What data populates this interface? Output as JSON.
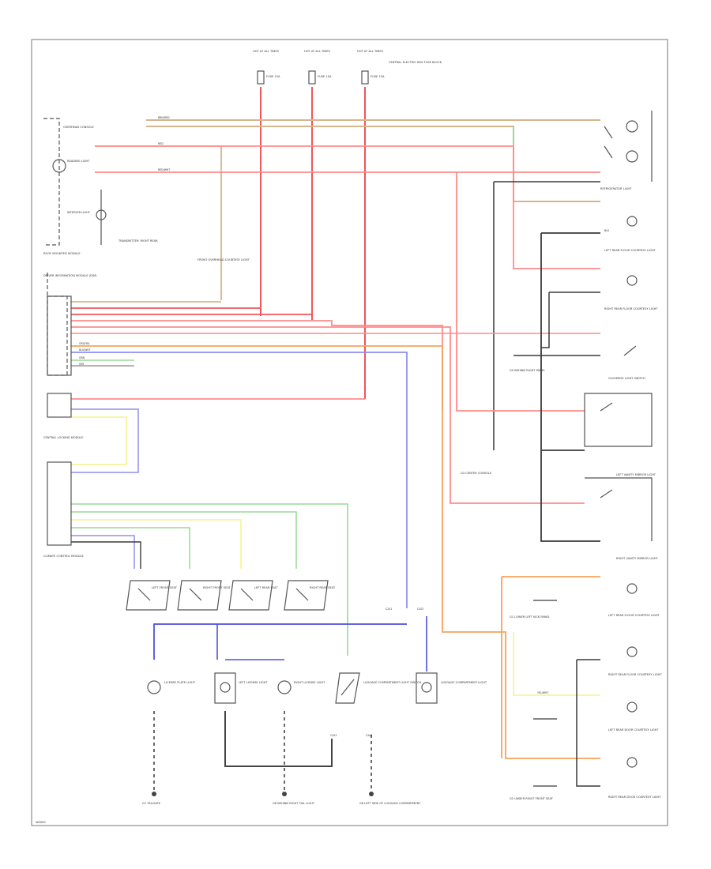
{
  "diagram_code": "W0000",
  "wire_colors": {
    "RED": "#ff8c8c",
    "RED_DARK": "#f2545b",
    "BROWN": "#d7b48a",
    "ORANGE": "#f6a35b",
    "GREEN": "#98d998",
    "YELLOW": "#f3f38a",
    "BLUE": "#8f8ff0",
    "BLUE_DARK": "#4f4fe0",
    "BLACK": "#3a3a3a",
    "GRAY": "#9a9a9a"
  },
  "fuse_labels": [
    "HOT AT ALL TIMES",
    "HOT AT ALL TIMES",
    "HOT AT ALL TIMES"
  ],
  "fuse_values": [
    "FUSE 15A",
    "FUSE 15A",
    "FUSE 15A"
  ],
  "fuse_note": "CENTRAL ELECTRIC BOX FUSE BLOCK",
  "components_right": [
    "REFRIGERATOR LIGHT",
    "LEFT REAR FLOOR COURTESY LIGHT",
    "RIGHT REAR FLOOR COURTESY LIGHT",
    "GLOVEBOX LIGHT SWITCH",
    "LEFT VANITY MIRROR LIGHT",
    "RIGHT VANITY MIRROR LIGHT",
    "LEFT REAR FLOOR COURTESY LIGHT",
    "RIGHT REAR FLOOR COURTESY LIGHT",
    "LEFT REAR DOOR COURTESY LIGHT",
    "RIGHT REAR DOOR COURTESY LIGHT"
  ],
  "grounds_right": [
    "G5 BEHIND RIGHT PANEL",
    "G3 CENTER CONSOLE",
    "G1 LOWER LEFT KICK PANEL",
    "G2 UNDER RIGHT FRONT SEAT"
  ],
  "components_left": [
    "OVERHEAD CONSOLE",
    "READING LIGHT",
    "INTERIOR LIGHT",
    "ROOF MOUNTED MODULE",
    "FRONT OVERHEAD COURTESY LIGHT",
    "TRANSMITTER: RIGHT REAR",
    "DRIVER INFORMATION MODULE (DIM)",
    "CENTRAL LOCKING MODULE",
    "CLIMATE CONTROL MODULE"
  ],
  "seat_switches": [
    "LEFT FRONT SEAT",
    "RIGHT FRONT SEAT",
    "LEFT REAR SEAT",
    "RIGHT REAR SEAT"
  ],
  "bottom_components": [
    "LICENSE PLATE LIGHT",
    "LEFT LICENSE LIGHT",
    "RIGHT LICENSE LIGHT",
    "LUGGAGE COMPARTMENT LIGHT SWITCH",
    "LUGGAGE COMPARTMENT LIGHT"
  ],
  "bottom_grounds": [
    "G7 TAILGATE",
    "G6 BEHIND RIGHT TAIL LIGHT",
    "G8 LEFT SIDE OF LUGGAGE COMPARTMENT"
  ],
  "connectors": [
    "C201",
    "C202",
    "C203",
    "C204"
  ],
  "wire_labels": {
    "brown": "BRN/RED",
    "red": "RED",
    "red_wht": "RED/WHT",
    "orange": "ORG/YEL",
    "green": "GRN",
    "yellow": "YEL/WHT",
    "blue": "BLU/WHT",
    "black": "BLK",
    "gray": "GRY"
  }
}
